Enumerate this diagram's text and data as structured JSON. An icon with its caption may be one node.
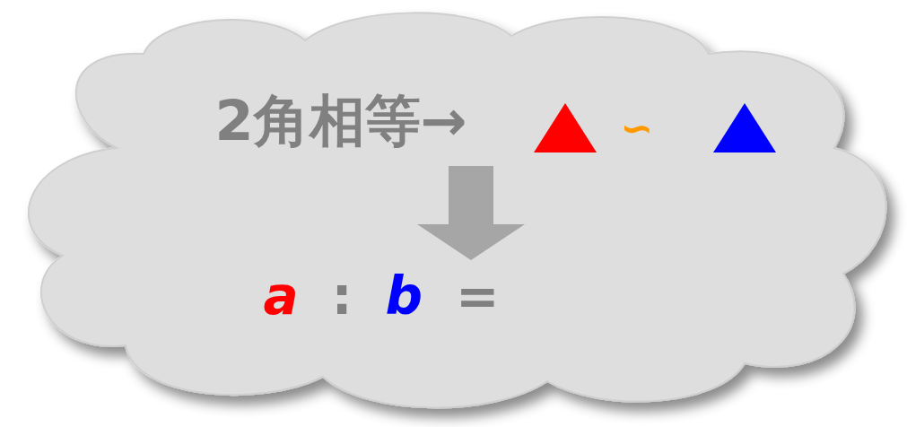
{
  "diagram": {
    "nodes": [
      {
        "text": [],
        "shape": "cloud"
      },
      {
        "text": [
          "2角相等→"
        ],
        "in": 0
      },
      {
        "text": [],
        "shape": "triangle",
        "in": 0
      },
      {
        "text": [
          "∽"
        ],
        "in": 0
      },
      {
        "text": [],
        "shape": "triangle",
        "in": 0
      },
      {
        "text": [
          "a",
          ":",
          "b",
          "="
        ],
        "in": 0
      }
    ],
    "edges": [
      {
        "from": 1,
        "to": 5,
        "arrow": "to"
      }
    ]
  }
}
